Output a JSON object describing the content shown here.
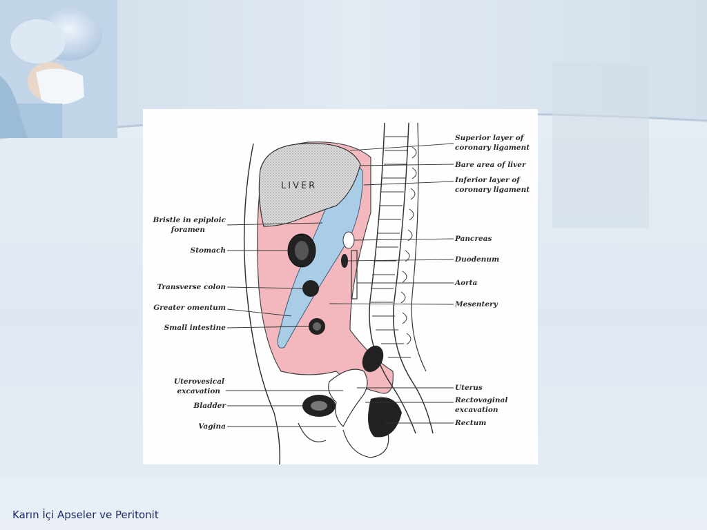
{
  "footer": {
    "title": "Karın İçi Apseler ve Peritonit"
  },
  "diagram": {
    "organ_text": "LIVER",
    "labels_left": [
      "Bristle in epiploic",
      "foramen",
      "Stomach",
      "Transverse colon",
      "Greater omentum",
      "Small intestine",
      "Uterovesical",
      "excavation",
      "Bladder",
      "Vagina"
    ],
    "labels_right": [
      "Superior layer of",
      "coronary ligament",
      "Bare area of liver",
      "Inferior layer of",
      "coronary ligament",
      "Pancreas",
      "Duodenum",
      "Aorta",
      "Mesentery",
      "Uterus",
      "Rectovaginal",
      "excavation",
      "Rectum"
    ]
  },
  "colors": {
    "peritoneum_pink": "#f2b8bd",
    "lesser_sac_blue": "#a9cde6",
    "liver_gray": "#c9c9c9",
    "footer_text": "#1c2a66"
  },
  "icons": [
    "surgeon-photo",
    "sagittal-peritoneum-diagram"
  ]
}
